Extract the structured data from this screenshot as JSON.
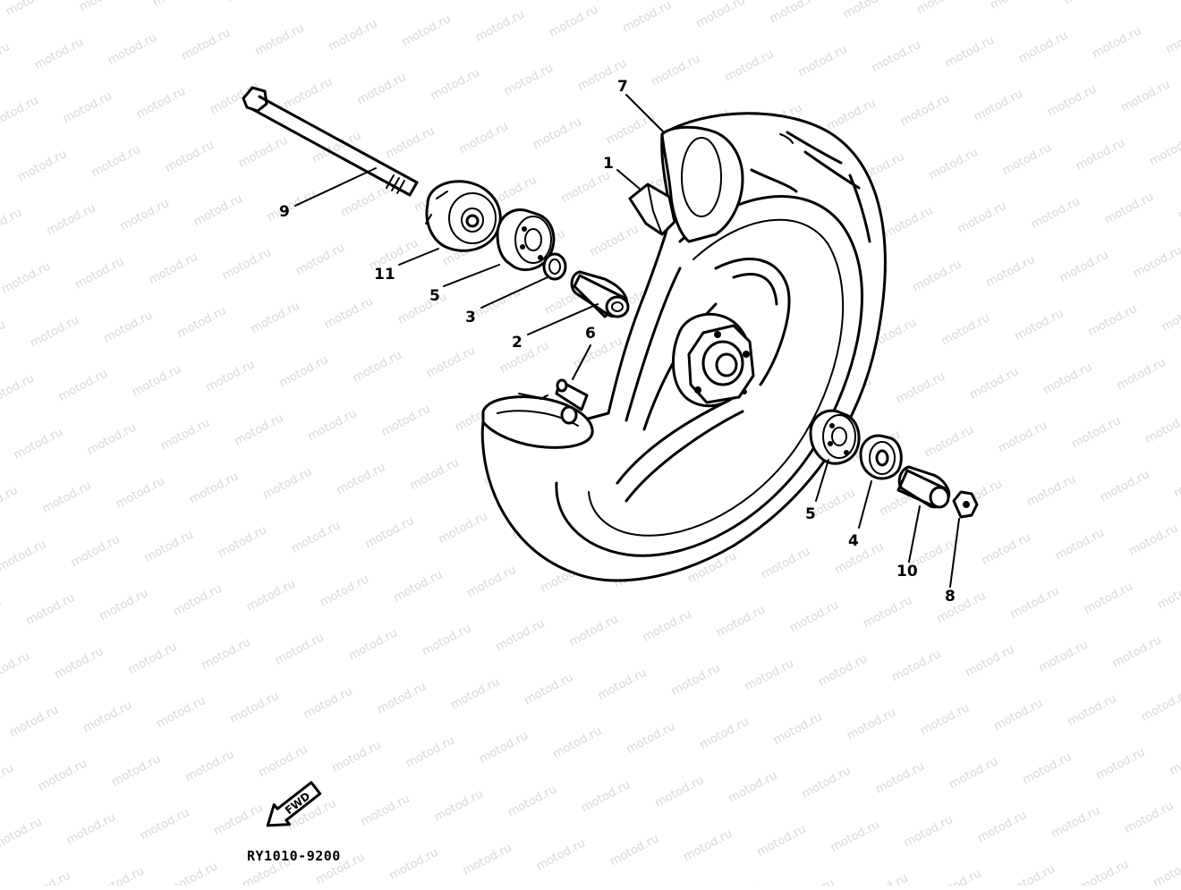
{
  "watermark": {
    "text": "motod.ru",
    "color": "#d8d8d8"
  },
  "callouts": [
    {
      "id": "1",
      "text": "1"
    },
    {
      "id": "2",
      "text": "2"
    },
    {
      "id": "3",
      "text": "3"
    },
    {
      "id": "4",
      "text": "4"
    },
    {
      "id": "5a",
      "text": "5"
    },
    {
      "id": "5b",
      "text": "5"
    },
    {
      "id": "6",
      "text": "6"
    },
    {
      "id": "7",
      "text": "7"
    },
    {
      "id": "8",
      "text": "8"
    },
    {
      "id": "9",
      "text": "9"
    },
    {
      "id": "10",
      "text": "10"
    },
    {
      "id": "11",
      "text": "11"
    }
  ],
  "fwd_arrow": {
    "label": "FWD",
    "icon": "fwd-arrow-icon"
  },
  "diagram_code": "RY1010-9200"
}
